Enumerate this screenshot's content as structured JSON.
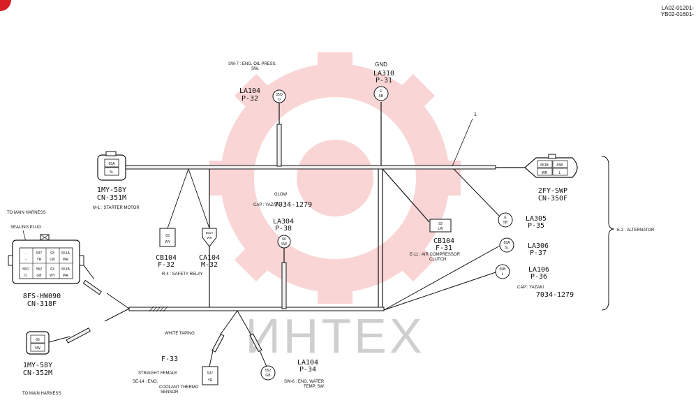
{
  "header": {
    "doc_code_1": "LA02-01201-",
    "doc_code_2": "YB02-01601-"
  },
  "watermark": {
    "text": "ИНТЕХ",
    "color": "#e84545"
  },
  "colors": {
    "wire": "#111111",
    "wire_fill": "#f2f2f2",
    "accent": "#d81f26"
  },
  "callout": "1",
  "sw7": {
    "title_1": "SW-7 : ENG. OIL PRESS.",
    "title_2": "SW.",
    "code_1": "LA104",
    "code_2": "P-32",
    "pin_1": "55O",
    "pin_2": "O"
  },
  "gnd": {
    "title": "GND",
    "code_1": "LA310",
    "code_2": "P-31",
    "pin_1": "E",
    "pin_2": "5B"
  },
  "starter": {
    "pins": [
      "65A",
      "5L"
    ],
    "part_1": "1MY-58Y",
    "part_2": "CN-351M",
    "desc": "M-1 : STARTER MOTOR"
  },
  "alt_connector": {
    "pins": [
      "651B",
      "65B",
      "WR",
      "L"
    ],
    "part_1": "2FY-SWP",
    "part_2": "CN-350F"
  },
  "glow": {
    "title": "GLOW",
    "cap": "CAP : YAZAKI",
    "cap_no": "7034-1279",
    "code_1": "LA304",
    "code_2": "P-38",
    "pin_1": "66",
    "pin_2": "SW"
  },
  "cb104_f32": {
    "pin_1": "63",
    "pin_2": "WY",
    "code_1": "CB104",
    "code_2": "F-32"
  },
  "ca104": {
    "pin_1": "651A",
    "pin_2": "WR",
    "code_1": "CA104",
    "code_2": "M-32"
  },
  "relay": {
    "desc": "R-4 : SAFETY RELAY"
  },
  "cb104_f31": {
    "pin_1": "93",
    "pin_2": "LW",
    "code_1": "CB104",
    "code_2": "F-31",
    "desc_1": "E-11 : AIR COMPRESSOR",
    "desc_2": "CLUTCH"
  },
  "la305": {
    "pin_1": "E",
    "pin_2": "5B",
    "code_1": "LA305",
    "code_2": "P-35"
  },
  "la306": {
    "pin_1": "65A",
    "pin_2": "5L",
    "code_1": "LA306",
    "code_2": "P-37"
  },
  "la106": {
    "pin_1": "65B",
    "pin_2": "L",
    "code_1": "LA106",
    "code_2": "P-36",
    "cap": "CAP : YAZAKI",
    "cap_no": "7034-1279"
  },
  "alternator": {
    "label": "E-2 : ALTERNATOR"
  },
  "main_connector": {
    "to_main_harness": "TO MAIN HARNESS",
    "sealing_plug": "SEALING PLUG",
    "rows": [
      [
        "-",
        "537",
        "93",
        "651A"
      ],
      [
        "-",
        "YR",
        "LW",
        "WR"
      ],
      [
        "55O",
        "552",
        "63",
        "651B"
      ],
      [
        "O",
        "GB",
        "WY",
        "WR"
      ]
    ],
    "part_1": "8FS-HW090",
    "part_2": "CN-318F"
  },
  "white_taping": "WHITE TAPING",
  "cn352": {
    "pins": [
      "66",
      "5W"
    ],
    "part_1": "1MY-58Y",
    "part_2": "CN-352M",
    "to_main_harness": "TO MAIN HARNESS"
  },
  "f33": {
    "code": "F-33",
    "straight": "STRAIGHT FEMALE",
    "desc_1": "SE-14 : ENG.",
    "desc_2": "COOLANT THERMO",
    "desc_3": "SENSOR",
    "pin_1": "537",
    "pin_2": "YR"
  },
  "la104_p34": {
    "pin_1": "552",
    "pin_2": "GB",
    "code_1": "LA104",
    "code_2": "P-34",
    "desc_1": "SW-6 : ENG. WATER",
    "desc_2": "TEMP. SW."
  }
}
